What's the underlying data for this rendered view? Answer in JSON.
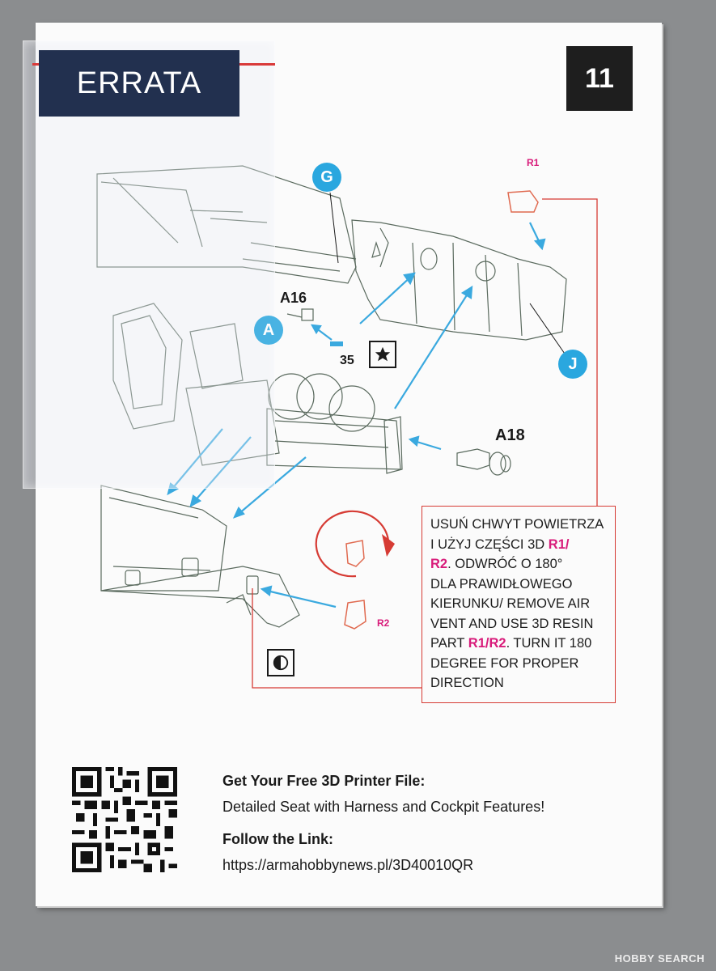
{
  "header": {
    "errata_label": "ERRATA",
    "page_number": "11"
  },
  "callouts": {
    "g": "G",
    "j": "J",
    "a16": "A16",
    "a18": "A18",
    "count_35": "35",
    "r1_top": "R1",
    "r2": "R2",
    "bubble_left": "A"
  },
  "note": {
    "line1": "USUŃ CHWYT POWIETRZA",
    "line2_pre": "I UŻYJ CZĘŚCI 3D ",
    "line2_part": "R1/",
    "line3_part": "R2",
    "line3_post": ". ODWRÓĆ O 180°",
    "line4": "DLA PRAWIDŁOWEGO",
    "line5": "KIERUNKU/ REMOVE AIR",
    "line6": "VENT AND USE 3D RESIN",
    "line7_pre": "PART ",
    "line7_part": "R1/R2",
    "line7_post": ". TURN IT 180",
    "line8": "DEGREE FOR PROPER",
    "line9": "DIRECTION"
  },
  "footer": {
    "heading1": "Get Your Free 3D Printer File:",
    "subtitle": "Detailed Seat with Harness and Cockpit Features!",
    "heading2": "Follow the Link:",
    "url": "https://armahobbynews.pl/3D40010QR"
  },
  "watermark": "HOBBY SEARCH",
  "colors": {
    "accent_blue": "#2aa7df",
    "note_red": "#d63b34",
    "part_magenta": "#d81b7a",
    "errata_navy": "#22304f"
  },
  "icons": [
    "star-icon",
    "half-circle-icon",
    "qr-code",
    "rotate-arrow-icon"
  ]
}
